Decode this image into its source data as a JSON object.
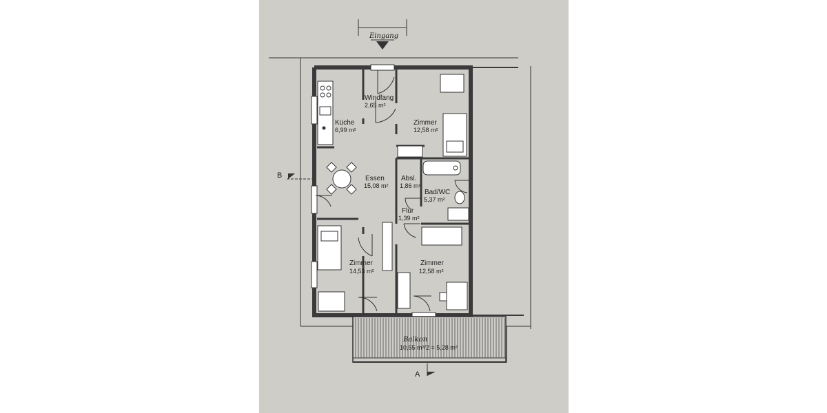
{
  "plan": {
    "entrance": "Eingang",
    "section_a": "A",
    "section_b": "B",
    "rooms": {
      "windfang": {
        "name": "Windfang",
        "area": "2,65 m²"
      },
      "kueche": {
        "name": "Küche",
        "area": "6,99 m²"
      },
      "zimmer_top": {
        "name": "Zimmer",
        "area": "12,58 m²"
      },
      "essen": {
        "name": "Essen",
        "area": "15,08 m²"
      },
      "absl": {
        "name": "Absl.",
        "area": "1,86 m²"
      },
      "bad": {
        "name": "Bad/WC",
        "area": "5,37 m²"
      },
      "flur": {
        "name": "Flur",
        "area": "1,39 m²"
      },
      "zimmer_left": {
        "name": "Zimmer",
        "area": "14,53 m²"
      },
      "zimmer_right": {
        "name": "Zimmer",
        "area": "12,58 m²"
      },
      "balkon": {
        "name": "Balkon",
        "area": "10,55 m²/2 = 5,28 m²"
      }
    }
  }
}
